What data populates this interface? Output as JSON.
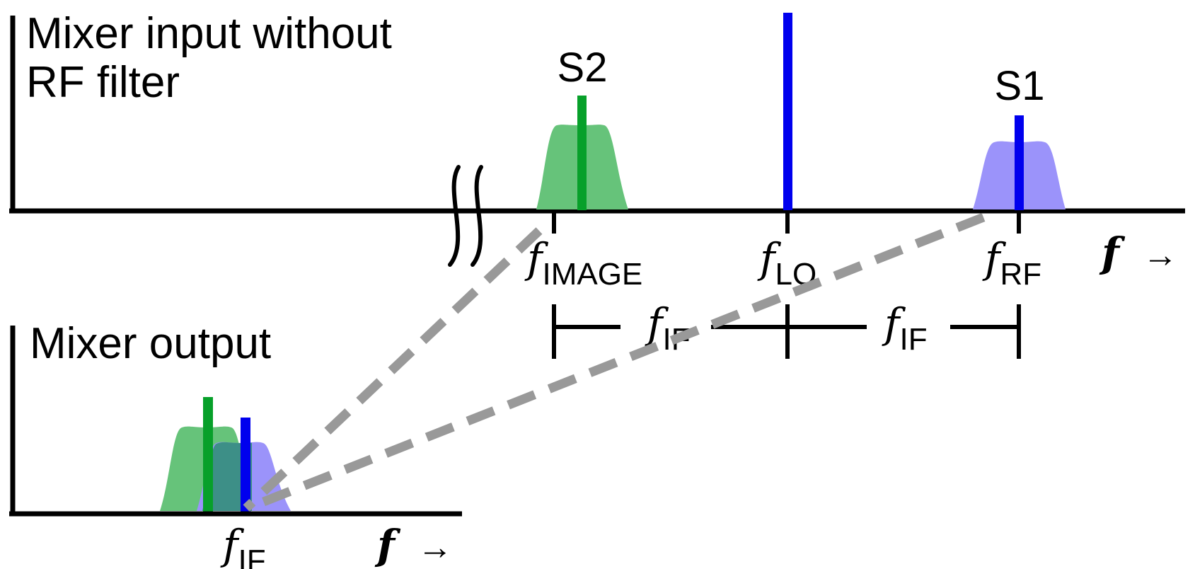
{
  "top_panel": {
    "title_line1": "Mixer input without",
    "title_line2": "RF filter",
    "signal_s2_label": "S2",
    "signal_s1_label": "S1",
    "tick_image_f": "f",
    "tick_image_sub": "IMAGE",
    "tick_lo_f": "f",
    "tick_lo_sub": "LO",
    "tick_rf_f": "f",
    "tick_rf_sub": "RF",
    "axis_f": "f",
    "axis_arrow": "→"
  },
  "spacing": {
    "left_f": "f",
    "left_sub": "IF",
    "right_f": "f",
    "right_sub": "IF"
  },
  "bottom_panel": {
    "title": "Mixer output",
    "tick_if_f": "f",
    "tick_if_sub": "IF",
    "axis_f": "f",
    "axis_arrow": "→"
  },
  "colors": {
    "s2_band": "#66c37a",
    "s2_carrier": "#07a02a",
    "s1_band": "#9b93fa",
    "s1_carrier": "#0000ee",
    "lo": "#0000ee",
    "overlap": "#3d8f87",
    "mapping_dash": "#999999"
  }
}
